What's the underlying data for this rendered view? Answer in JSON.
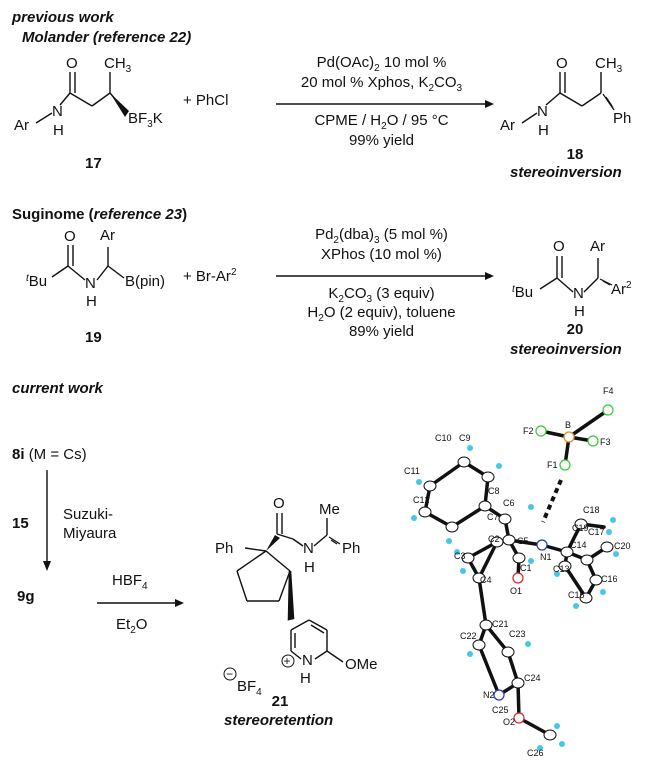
{
  "sections": {
    "previous_work": "previous work",
    "molander": "Molander (reference 22)",
    "suginome_name": "Suginome (",
    "suginome_ref": "reference 23",
    "suginome_close": ")",
    "current_work": "current work"
  },
  "scheme1": {
    "cond_line1": "Pd(OAc)2 10 mol %",
    "cond_line2": "20 mol % Xphos, K2CO3",
    "cond_line3": "CPME / H2O / 95 °C",
    "cond_line4": "99% yield",
    "reagent": "+ PhCl",
    "sm_number": "17",
    "product_number": "18",
    "product_note": "stereoinversion",
    "atoms": {
      "ar": "Ar",
      "n": "N",
      "h": "H",
      "o": "O",
      "ch3": "CH3",
      "bf3k": "BF3K",
      "ph": "Ph"
    }
  },
  "scheme2": {
    "cond_line1": "Pd2(dba)3 (5 mol %)",
    "cond_line2": "XPhos (10 mol %)",
    "cond_line3": "K2CO3 (3 equiv)",
    "cond_line4": "H2O (2 equiv), toluene",
    "cond_line5": "89% yield",
    "reagent": "+ Br-Ar2",
    "sm_number": "19",
    "product_number": "20",
    "product_note": "stereoinversion",
    "atoms": {
      "tbu": "tBu",
      "o": "O",
      "n": "N",
      "h": "H",
      "ar": "Ar",
      "bpin": "B(pin)",
      "ar2": "Ar2"
    }
  },
  "scheme3": {
    "start": "8i",
    "start_note": "(M = Cs)",
    "reagent_number": "15",
    "step1_line1": "Suzuki-",
    "step1_line2": "Miyaura",
    "intermediate": "9g",
    "step2_reagent": "HBF4",
    "step2_solvent": "Et2O",
    "product_number": "21",
    "product_note": "stereoretention",
    "atoms": {
      "ph": "Ph",
      "o": "O",
      "n": "N",
      "h": "H",
      "me": "Me",
      "ome": "OMe",
      "bf4": "BF4",
      "plus": "+",
      "minus": "−"
    }
  },
  "xray_labels": {
    "B": "B",
    "F1": "F1",
    "F2": "F2",
    "F3": "F3",
    "F4": "F4",
    "C1": "C1",
    "C2": "C2",
    "C3": "C3",
    "C4": "C4",
    "C5": "C5",
    "C6": "C6",
    "C7": "C7",
    "C8": "C8",
    "C9": "C9",
    "C10": "C10",
    "C11": "C11",
    "C12": "C12",
    "C13": "C13",
    "C14": "C14",
    "C15": "C15",
    "C16": "C16",
    "C17": "C17",
    "C18": "C18",
    "C19": "C19",
    "C20": "C20",
    "C21": "C21",
    "C22": "C22",
    "C23": "C23",
    "C24": "C24",
    "C25": "C25",
    "C26": "C26",
    "N1": "N1",
    "N2": "N2",
    "O1": "O1",
    "O2": "O2"
  },
  "colors": {
    "fluorine": "#33cc33",
    "boron": "#e08a2a",
    "nitrogen": "#2233cc",
    "oxygen": "#dd2222",
    "hydrogen": "#44c8e8"
  }
}
